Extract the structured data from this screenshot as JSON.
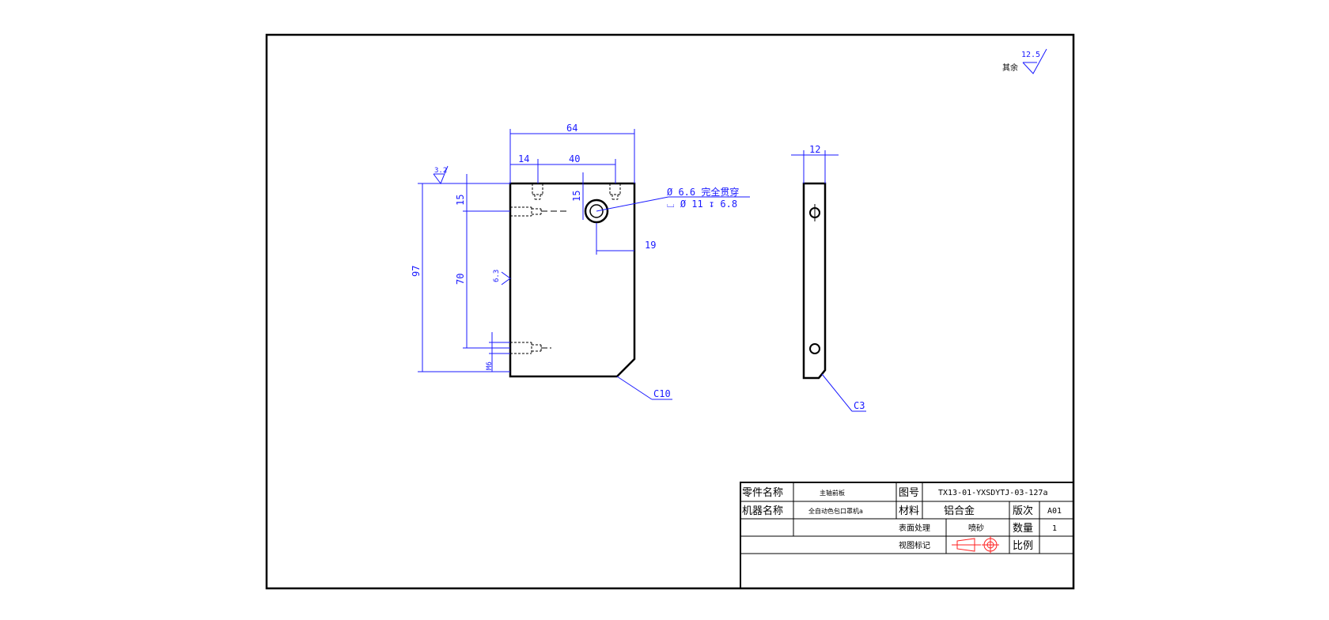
{
  "roughness": {
    "prefix": "其余",
    "value": "12.5"
  },
  "front_view": {
    "dims": {
      "width_total": "64",
      "hole_offset_left": "14",
      "hole_spacing": "40",
      "top_to_hole": "15",
      "hole_depth_top": "15",
      "hole_spacing_vertical": "70",
      "height_total": "97",
      "hole_from_right": "19",
      "thread": "M6",
      "chamfer": "C10"
    },
    "roughness_left": "3.2",
    "roughness_side": "6.3",
    "hole_note_line1": "Ø 6.6 完全贯穿",
    "hole_note_line2": "⌴ Ø 11 ↧ 6.8"
  },
  "side_view": {
    "dims": {
      "thickness": "12",
      "chamfer": "C3"
    }
  },
  "title_block": {
    "part_name_label": "零件名称",
    "part_name": "主轴前板",
    "drawing_no_label": "图号",
    "drawing_no": "TX13-01-YXSDYTJ-03-127a",
    "machine_name_label": "机器名称",
    "machine_name": "全自动色包口罩机a",
    "material_label": "材料",
    "material": "铝合金",
    "revision_label": "版次",
    "revision": "A01",
    "surface_label": "表面处理",
    "surface": "喷砂",
    "quantity_label": "数量",
    "quantity": "1",
    "view_mark_label": "视图标记",
    "scale_label": "比例",
    "scale": ""
  }
}
